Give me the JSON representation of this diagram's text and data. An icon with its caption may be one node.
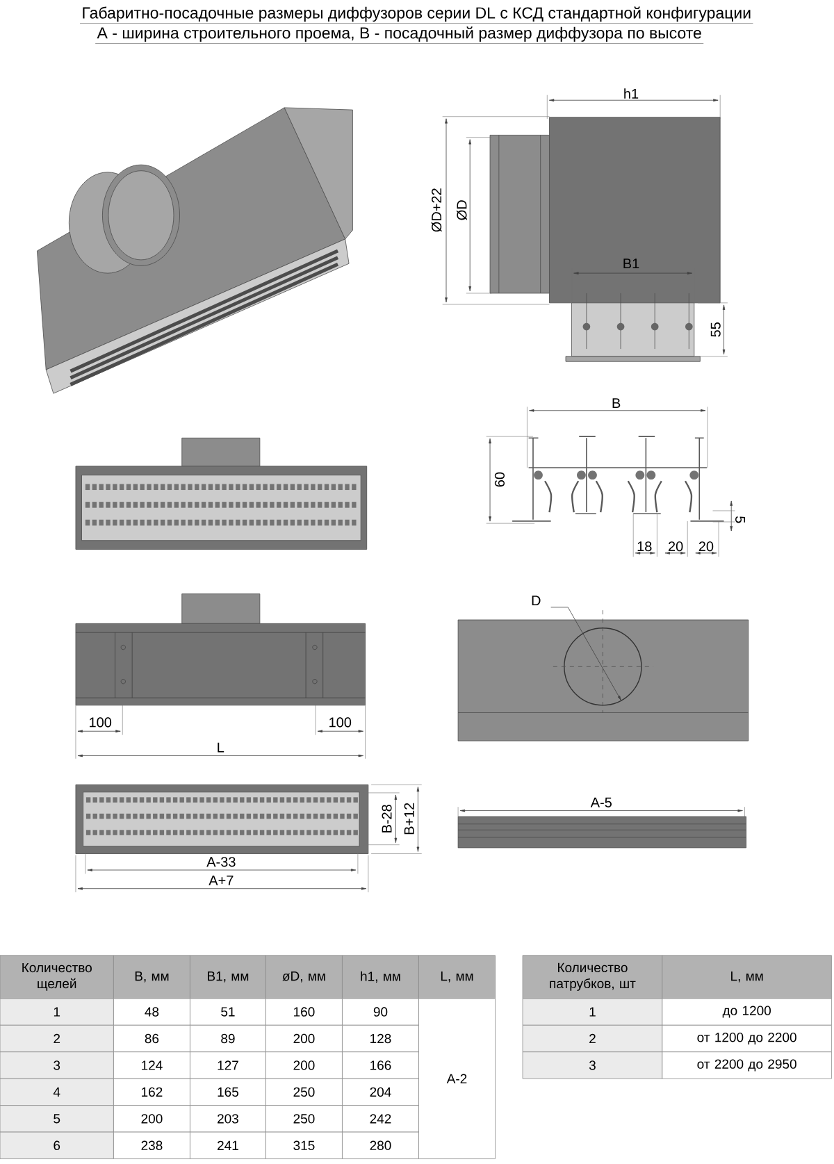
{
  "diagram": {
    "title": "Габаритно-посадочные размеры диффузоров серии DL с КСД стандартной конфигурации",
    "labels": [
      "A - ширина строительного проема, B - посадочный размер диффузора по высоте",
      "h1",
      "ØD+22",
      "ØD",
      "B1",
      "55",
      "B",
      "60",
      "5",
      "18",
      "20",
      "20",
      "D",
      "100",
      "100",
      "L",
      "B-28",
      "B+12",
      "A-5",
      "A-33",
      "A+7",
      "Количество щелей",
      "B, мм",
      "B1, мм",
      "øD, мм",
      "h1, мм",
      "L, мм",
      "1",
      "48",
      "51",
      "160",
      "90",
      "A-2",
      "2",
      "86",
      "89",
      "200",
      "128",
      "3",
      "124",
      "127",
      "200",
      "166",
      "4",
      "162",
      "165",
      "250",
      "204",
      "5",
      "200",
      "203",
      "250",
      "242",
      "6",
      "238",
      "241",
      "315",
      "280",
      "Количество патрубков, шт",
      "L, мм",
      "1",
      "до 1200",
      "2",
      "от 1200 до 2200",
      "3",
      "от 2200 до 2950"
    ]
  }
}
